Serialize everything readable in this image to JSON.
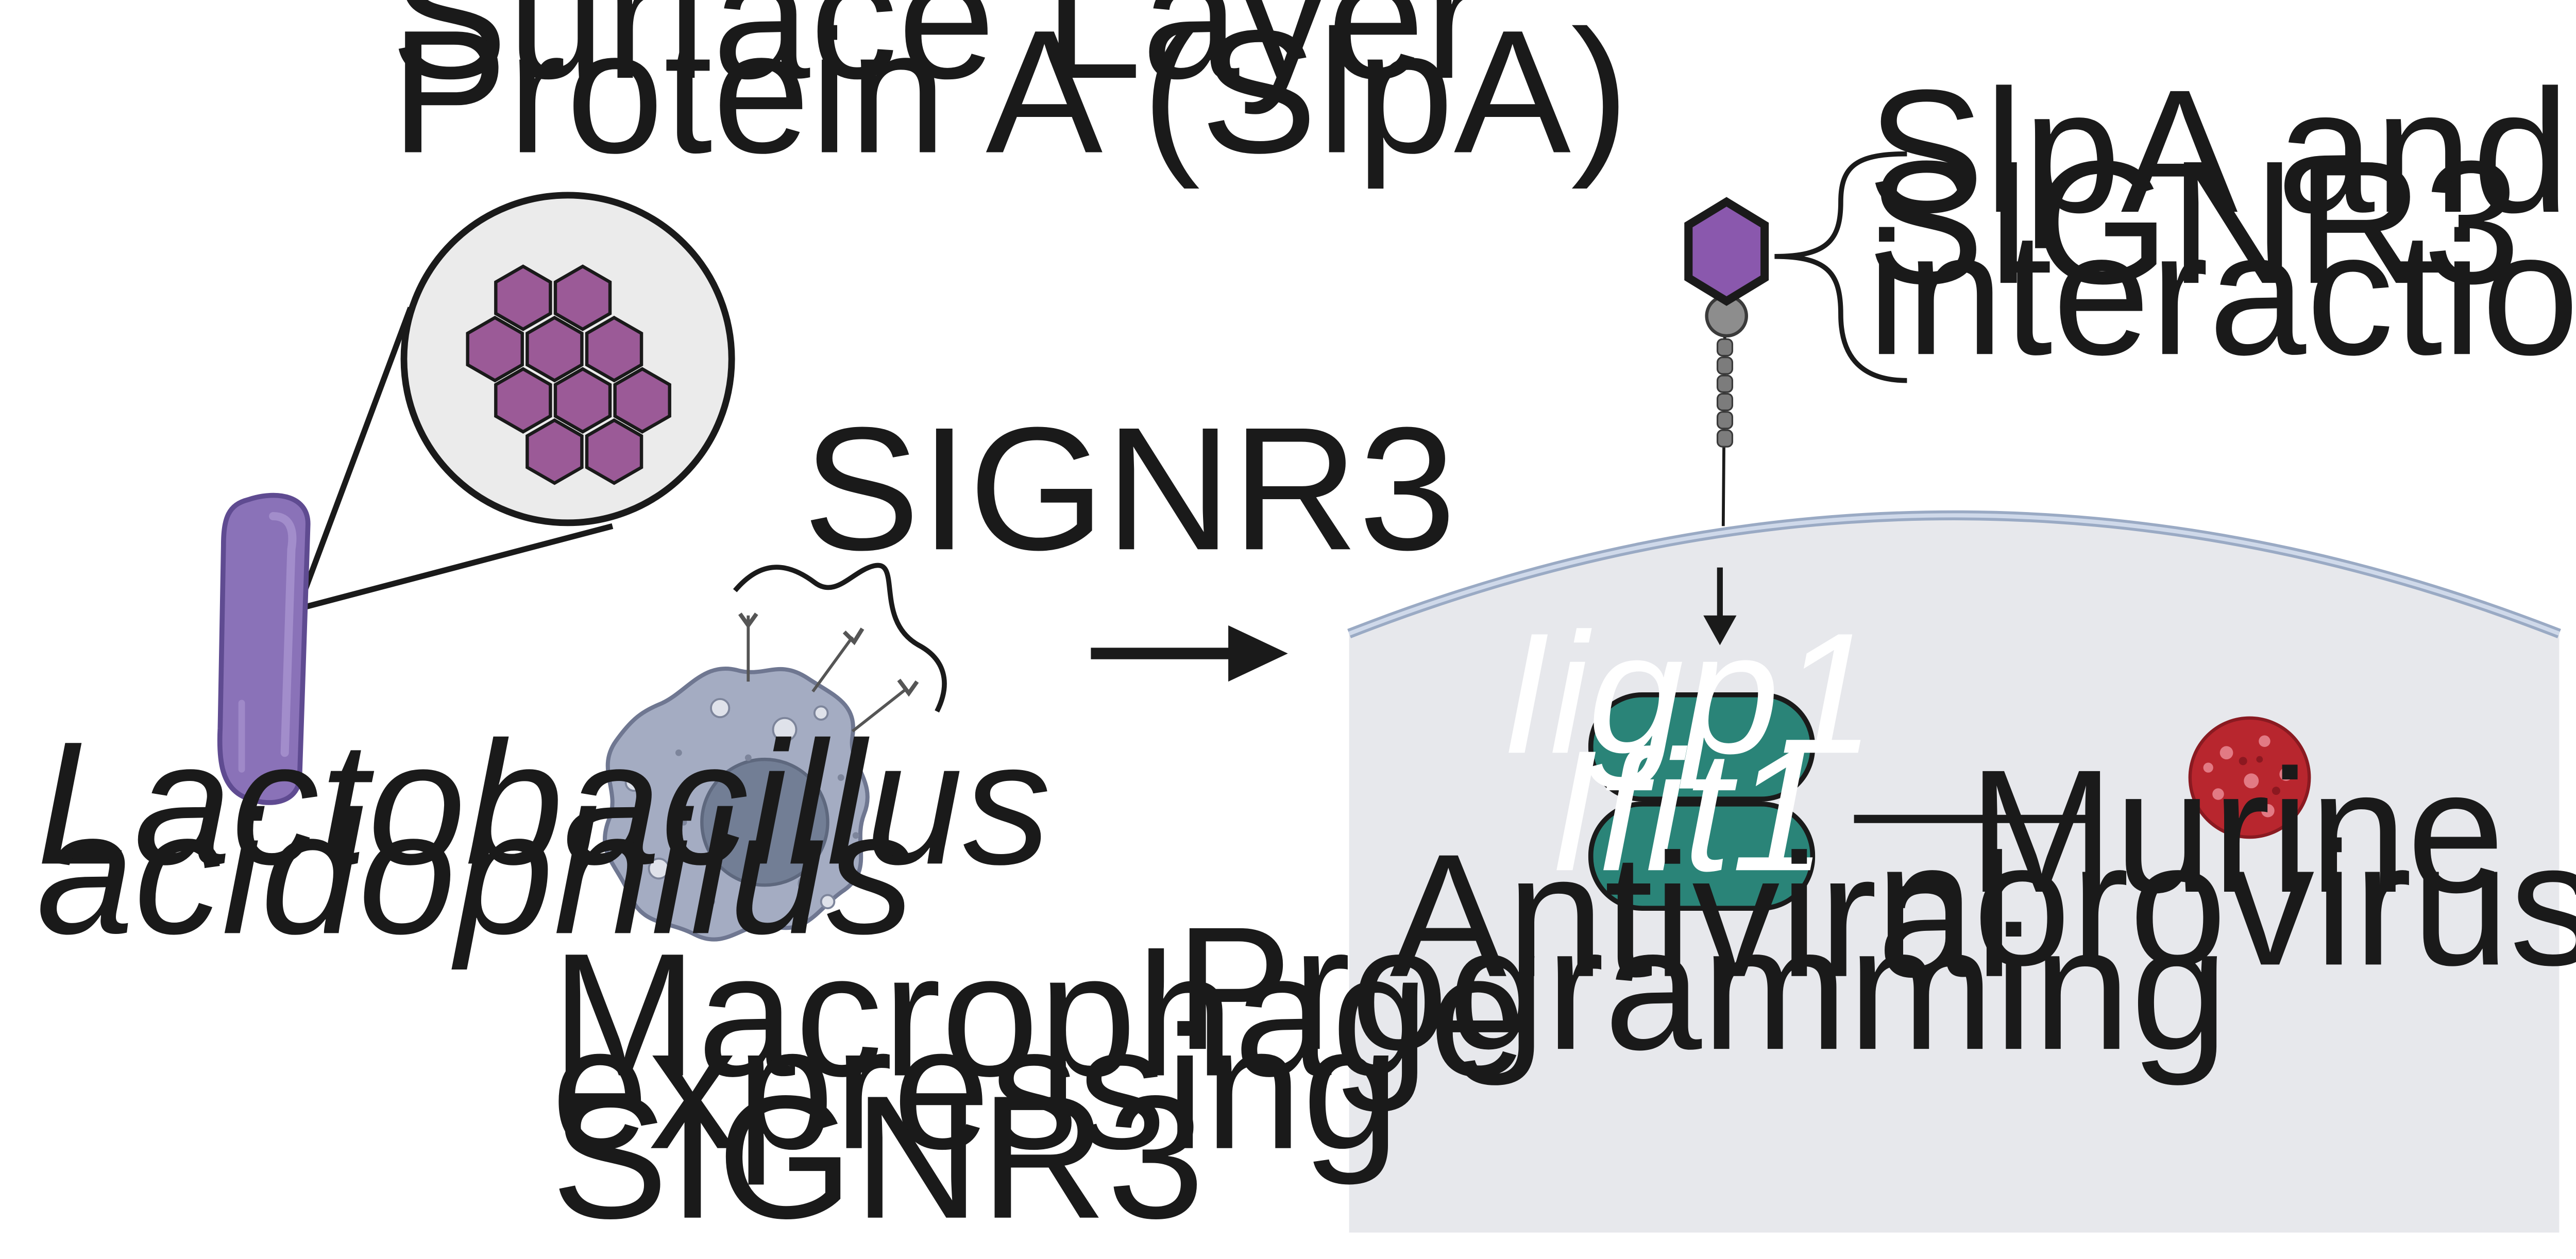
{
  "labels": {
    "slpa_line1": "Surface Layer",
    "slpa_line2": "Protein A (SlpA)",
    "bacterium_line1": "Lactobacillus",
    "bacterium_line2": "acidophilus",
    "signr3": "SIGNR3",
    "macrophage_line1": "Macrophage",
    "macrophage_line2": "expressing",
    "macrophage_line3": "SIGNR3",
    "interaction_line1": "SlpA and",
    "interaction_line2": "SIGNR3",
    "interaction_line3": "interaction",
    "gene1": "Iigp1",
    "gene2": "Ifit1",
    "antiviral_line1": "Antiviral",
    "antiviral_line2": "Programming",
    "norovirus_line1": "Murine",
    "norovirus_line2": "norovirus"
  },
  "colors": {
    "hexagon_fill": "#9b5a97",
    "bacterium_fill": "#8a72b8",
    "macrophage_fill": "#a4acc2",
    "cell_fill": "#e7e8ec",
    "membrane": "#b6c3d9",
    "gene_fill": "#2a8478",
    "virus_fill": "#b8262e",
    "receptor_hexagon": "#8a58ad"
  }
}
